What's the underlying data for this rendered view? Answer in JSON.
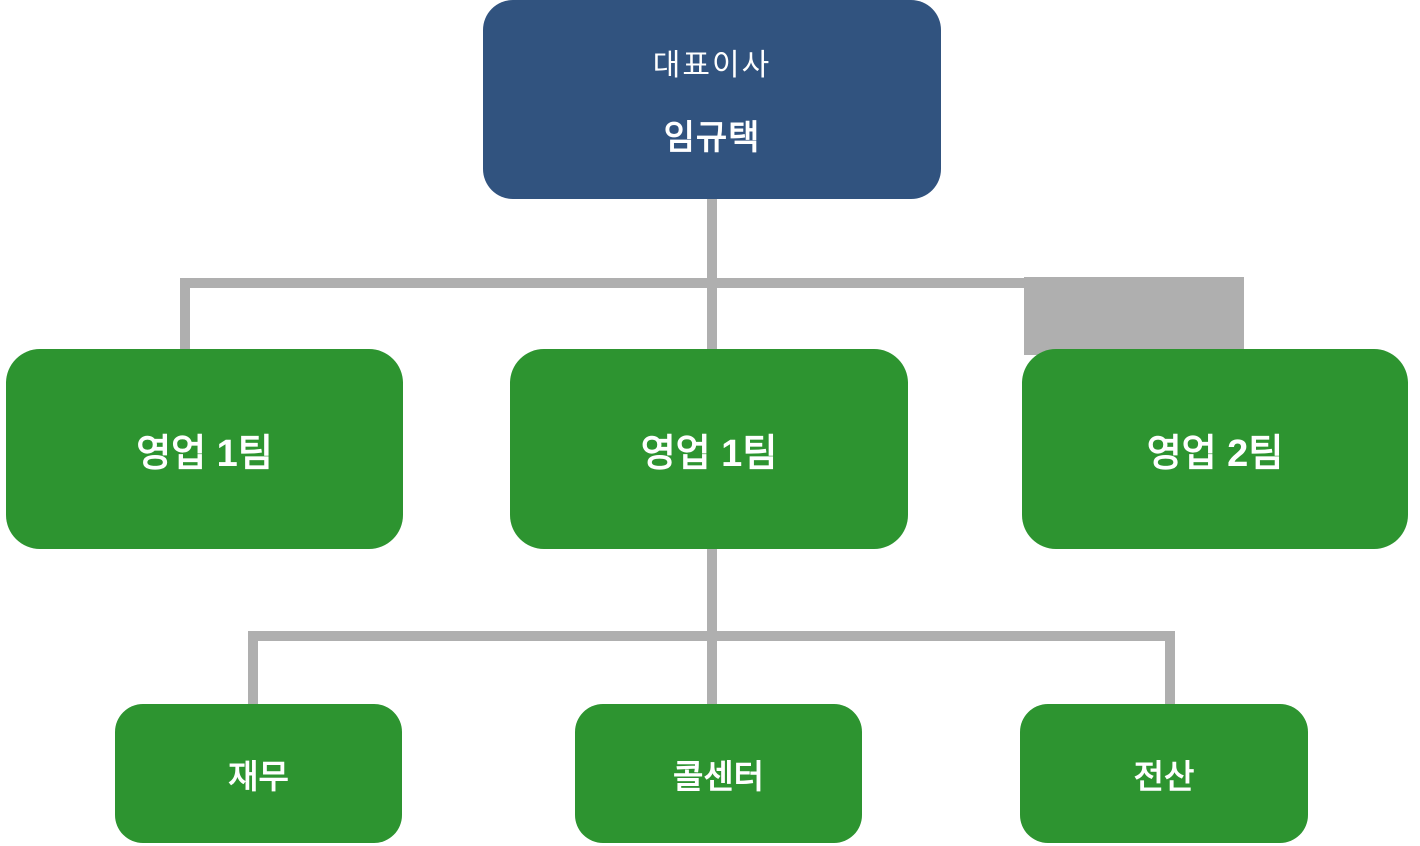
{
  "diagram": {
    "type": "org-chart",
    "root": {
      "title": "대표이사",
      "name": "임규택"
    },
    "teams": [
      {
        "label": "영업 1팀"
      },
      {
        "label": "영업 1팀"
      },
      {
        "label": "영업 2팀"
      }
    ],
    "departments": [
      {
        "label": "재무"
      },
      {
        "label": "콜센터"
      },
      {
        "label": "전산"
      }
    ]
  },
  "colors": {
    "root_fill": "#31537F",
    "node_fill": "#2D9430",
    "connector": "#AFAFAF",
    "text": "#FFFFFF",
    "background": "#FFFFFF"
  }
}
